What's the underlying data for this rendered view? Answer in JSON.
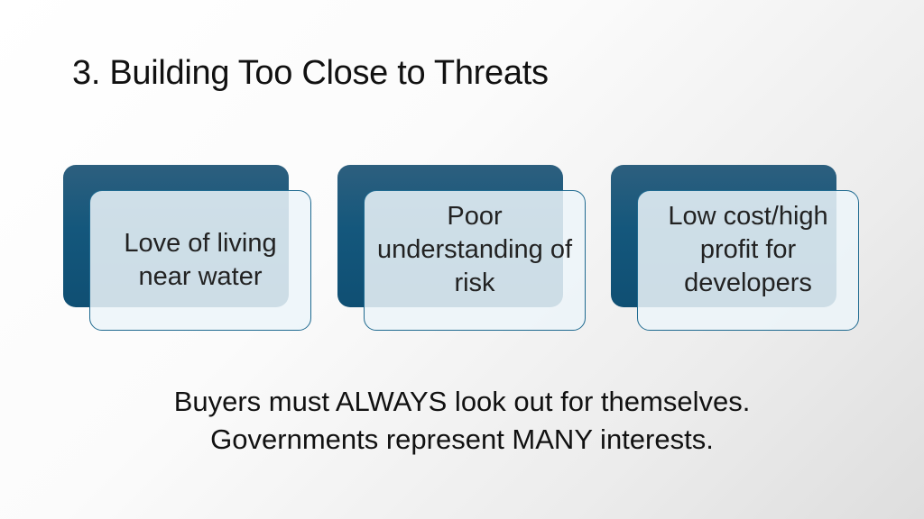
{
  "slide": {
    "title": "3. Building Too Close to Threats",
    "cards": [
      {
        "text": "Love of living near water"
      },
      {
        "text": "Poor understanding of risk"
      },
      {
        "text": "Low cost/high profit for developers"
      }
    ],
    "bottom_lines": [
      "Buyers must ALWAYS look out for themselves.",
      "Governments represent MANY interests."
    ]
  },
  "colors": {
    "card_dark": "#14577c",
    "card_light": "#ecf4f9",
    "card_border": "#1f6a90"
  }
}
